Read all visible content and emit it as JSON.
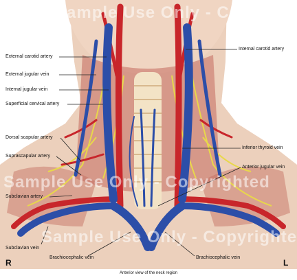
{
  "labels": {
    "external_carotid_artery": "External carotid artery",
    "external_jugular_vein": "External jugular vein",
    "internal_jugular_vein": "Internal jugular vein",
    "superficial_cervical_artery": "Superficial cervical artery",
    "dorsal_scapular_artery": "Dorsal scapular artery",
    "suprascapular_artery": "Suprascapular artery",
    "subclavian_artery": "Subclavian artery",
    "subclavian_vein": "Subclavian vein",
    "brachiocephalic_vein_right": "Brachiocephalic vein",
    "brachiocephalic_vein_left": "Brachiocephalic vein",
    "internal_carotid_artery": "Internal carotid artery",
    "inferior_thyroid_vein": "Inferior thyroid vein",
    "anterior_jugular_vein": "Anterior jugular vein"
  },
  "side_markers": {
    "right": "R",
    "left": "L"
  },
  "watermarks": [
    "Sample Use Only - Copyrighted",
    "Sample Use Only - Copyrighted",
    "Sample Use Only - Copyrighted"
  ],
  "caption": "Anterior view of the neck region",
  "colors": {
    "artery": "#c8262b",
    "vein": "#2c4ea8",
    "nerve": "#e8d84a",
    "skin": "#e8c9b4",
    "muscle": "#b84a48"
  }
}
